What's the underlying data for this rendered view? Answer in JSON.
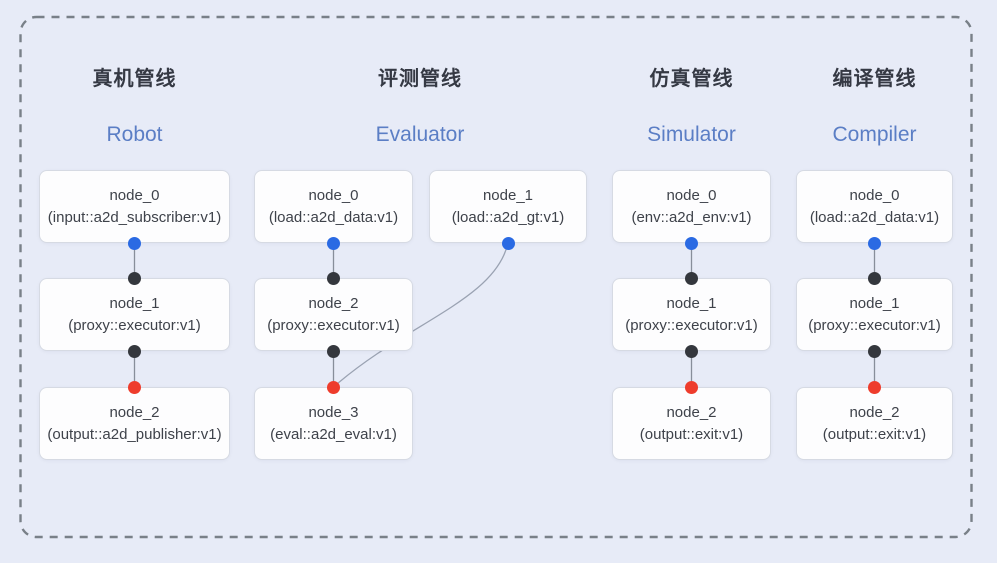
{
  "diagram": {
    "background": "#e7ebf7",
    "boundary_color": "#798088",
    "colors": {
      "output_port_dot": "#2a6ae3",
      "input_port_dot": "#34373d",
      "final_input_dot": "#ee3c2c",
      "edge_line": "#888e9a",
      "curved_edge": "#9aa2b2",
      "title_en": "#5b7ec5",
      "title_zh": "#353944",
      "node_fill": "#fdfdfe",
      "node_border": "#d6dae3"
    }
  },
  "pipelines": [
    {
      "title_zh": "真机管线",
      "title_en": "Robot",
      "nodes": [
        {
          "name": "node_0",
          "type": "(input::a2d_subscriber:v1)"
        },
        {
          "name": "node_1",
          "type": "(proxy::executor:v1)"
        },
        {
          "name": "node_2",
          "type": "(output::a2d_publisher:v1)"
        }
      ]
    },
    {
      "title_zh": "评测管线",
      "title_en": "Evaluator",
      "nodes": [
        {
          "name": "node_0",
          "type": "(load::a2d_data:v1)"
        },
        {
          "name": "node_1",
          "type": "(load::a2d_gt:v1)"
        },
        {
          "name": "node_2",
          "type": "(proxy::executor:v1)"
        },
        {
          "name": "node_3",
          "type": "(eval::a2d_eval:v1)"
        }
      ]
    },
    {
      "title_zh": "仿真管线",
      "title_en": "Simulator",
      "nodes": [
        {
          "name": "node_0",
          "type": "(env::a2d_env:v1)"
        },
        {
          "name": "node_1",
          "type": "(proxy::executor:v1)"
        },
        {
          "name": "node_2",
          "type": "(output::exit:v1)"
        }
      ]
    },
    {
      "title_zh": "编译管线",
      "title_en": "Compiler",
      "nodes": [
        {
          "name": "node_0",
          "type": "(load::a2d_data:v1)"
        },
        {
          "name": "node_1",
          "type": "(proxy::executor:v1)"
        },
        {
          "name": "node_2",
          "type": "(output::exit:v1)"
        }
      ]
    }
  ]
}
